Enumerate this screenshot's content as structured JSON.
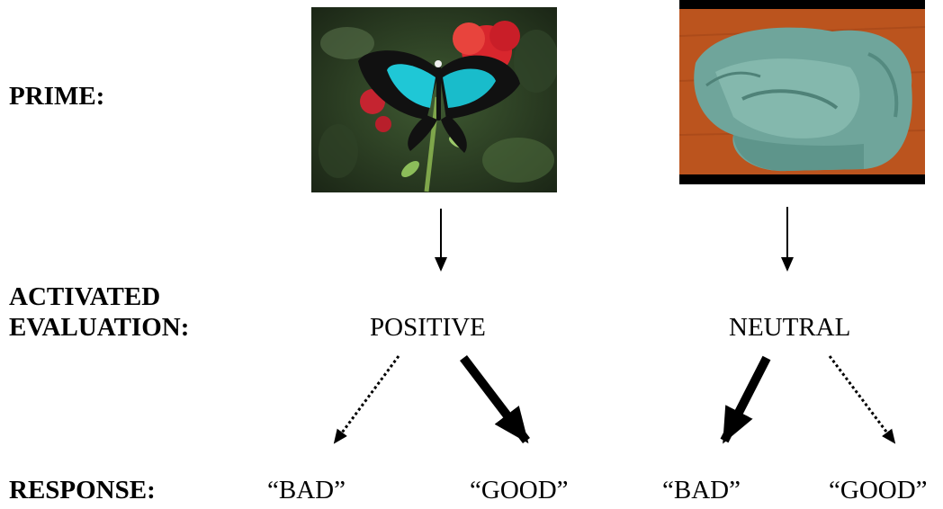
{
  "rows": {
    "prime": "PRIME:",
    "evaluation_line1": "ACTIVATED",
    "evaluation_line2": "EVALUATION:",
    "response": "RESPONSE:"
  },
  "columns": [
    {
      "prime_image": "butterfly-photo",
      "evaluation": "POSITIVE",
      "responses": [
        "“BAD”",
        "“GOOD”"
      ],
      "strong_response": "“GOOD”",
      "weak_response": "“BAD”"
    },
    {
      "prime_image": "towel-photo",
      "evaluation": "NEUTRAL",
      "responses": [
        "“BAD”",
        "“GOOD”"
      ],
      "strong_response": "“BAD”",
      "weak_response": "“GOOD”"
    }
  ]
}
